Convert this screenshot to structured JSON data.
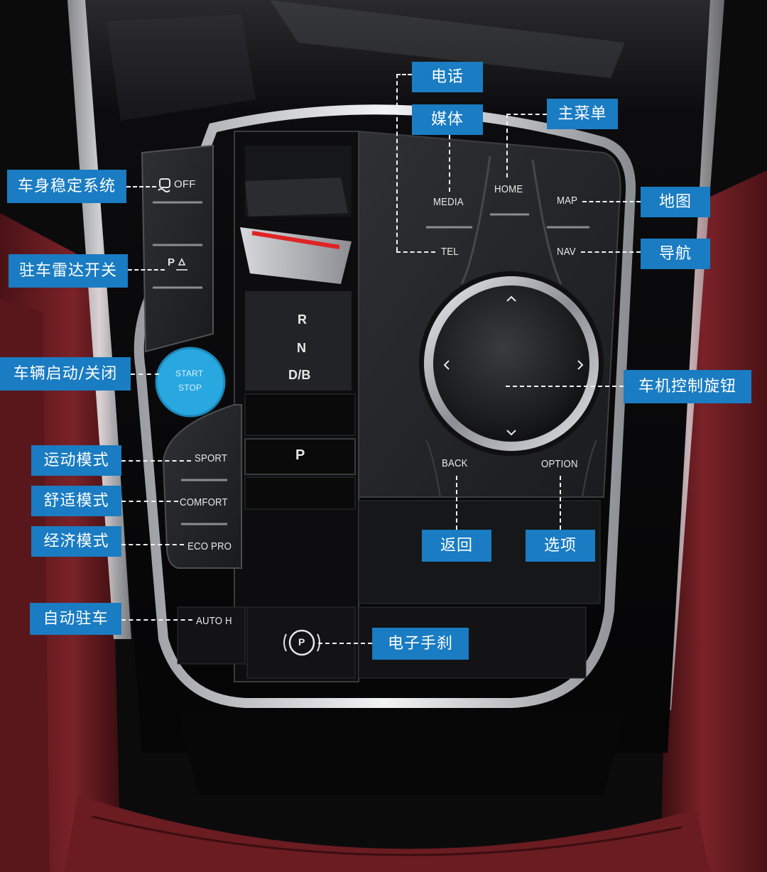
{
  "console_labels": {
    "dsc_off": "OFF",
    "park_sensor": "P",
    "start": "START",
    "stop": "STOP",
    "gear_r": "R",
    "gear_n": "N",
    "gear_db": "D/B",
    "gear_p": "P",
    "media": "MEDIA",
    "home": "HOME",
    "map": "MAP",
    "tel": "TEL",
    "nav": "NAV",
    "back": "BACK",
    "option": "OPTION",
    "sport": "SPORT",
    "comfort": "COMFORT",
    "eco_pro": "ECO PRO",
    "auto_h": "AUTO H",
    "epb": "P"
  },
  "callouts": {
    "phone": "电话",
    "media": "媒体",
    "main_menu": "主菜单",
    "map": "地图",
    "navigation": "导航",
    "stability": "车身稳定系统",
    "park_radar": "驻车雷达开关",
    "start_stop": "车辆启动/关闭",
    "controller": "车机控制旋钮",
    "sport": "运动模式",
    "comfort": "舒适模式",
    "eco": "经济模式",
    "back": "返回",
    "option": "选项",
    "auto_hold": "自动驻车",
    "e_brake": "电子手刹"
  },
  "colors": {
    "callout_bg": "#1a7cc2",
    "start_button": "#29a8e0",
    "leather": "#6e1e22",
    "gear_accent": "#e02424"
  }
}
